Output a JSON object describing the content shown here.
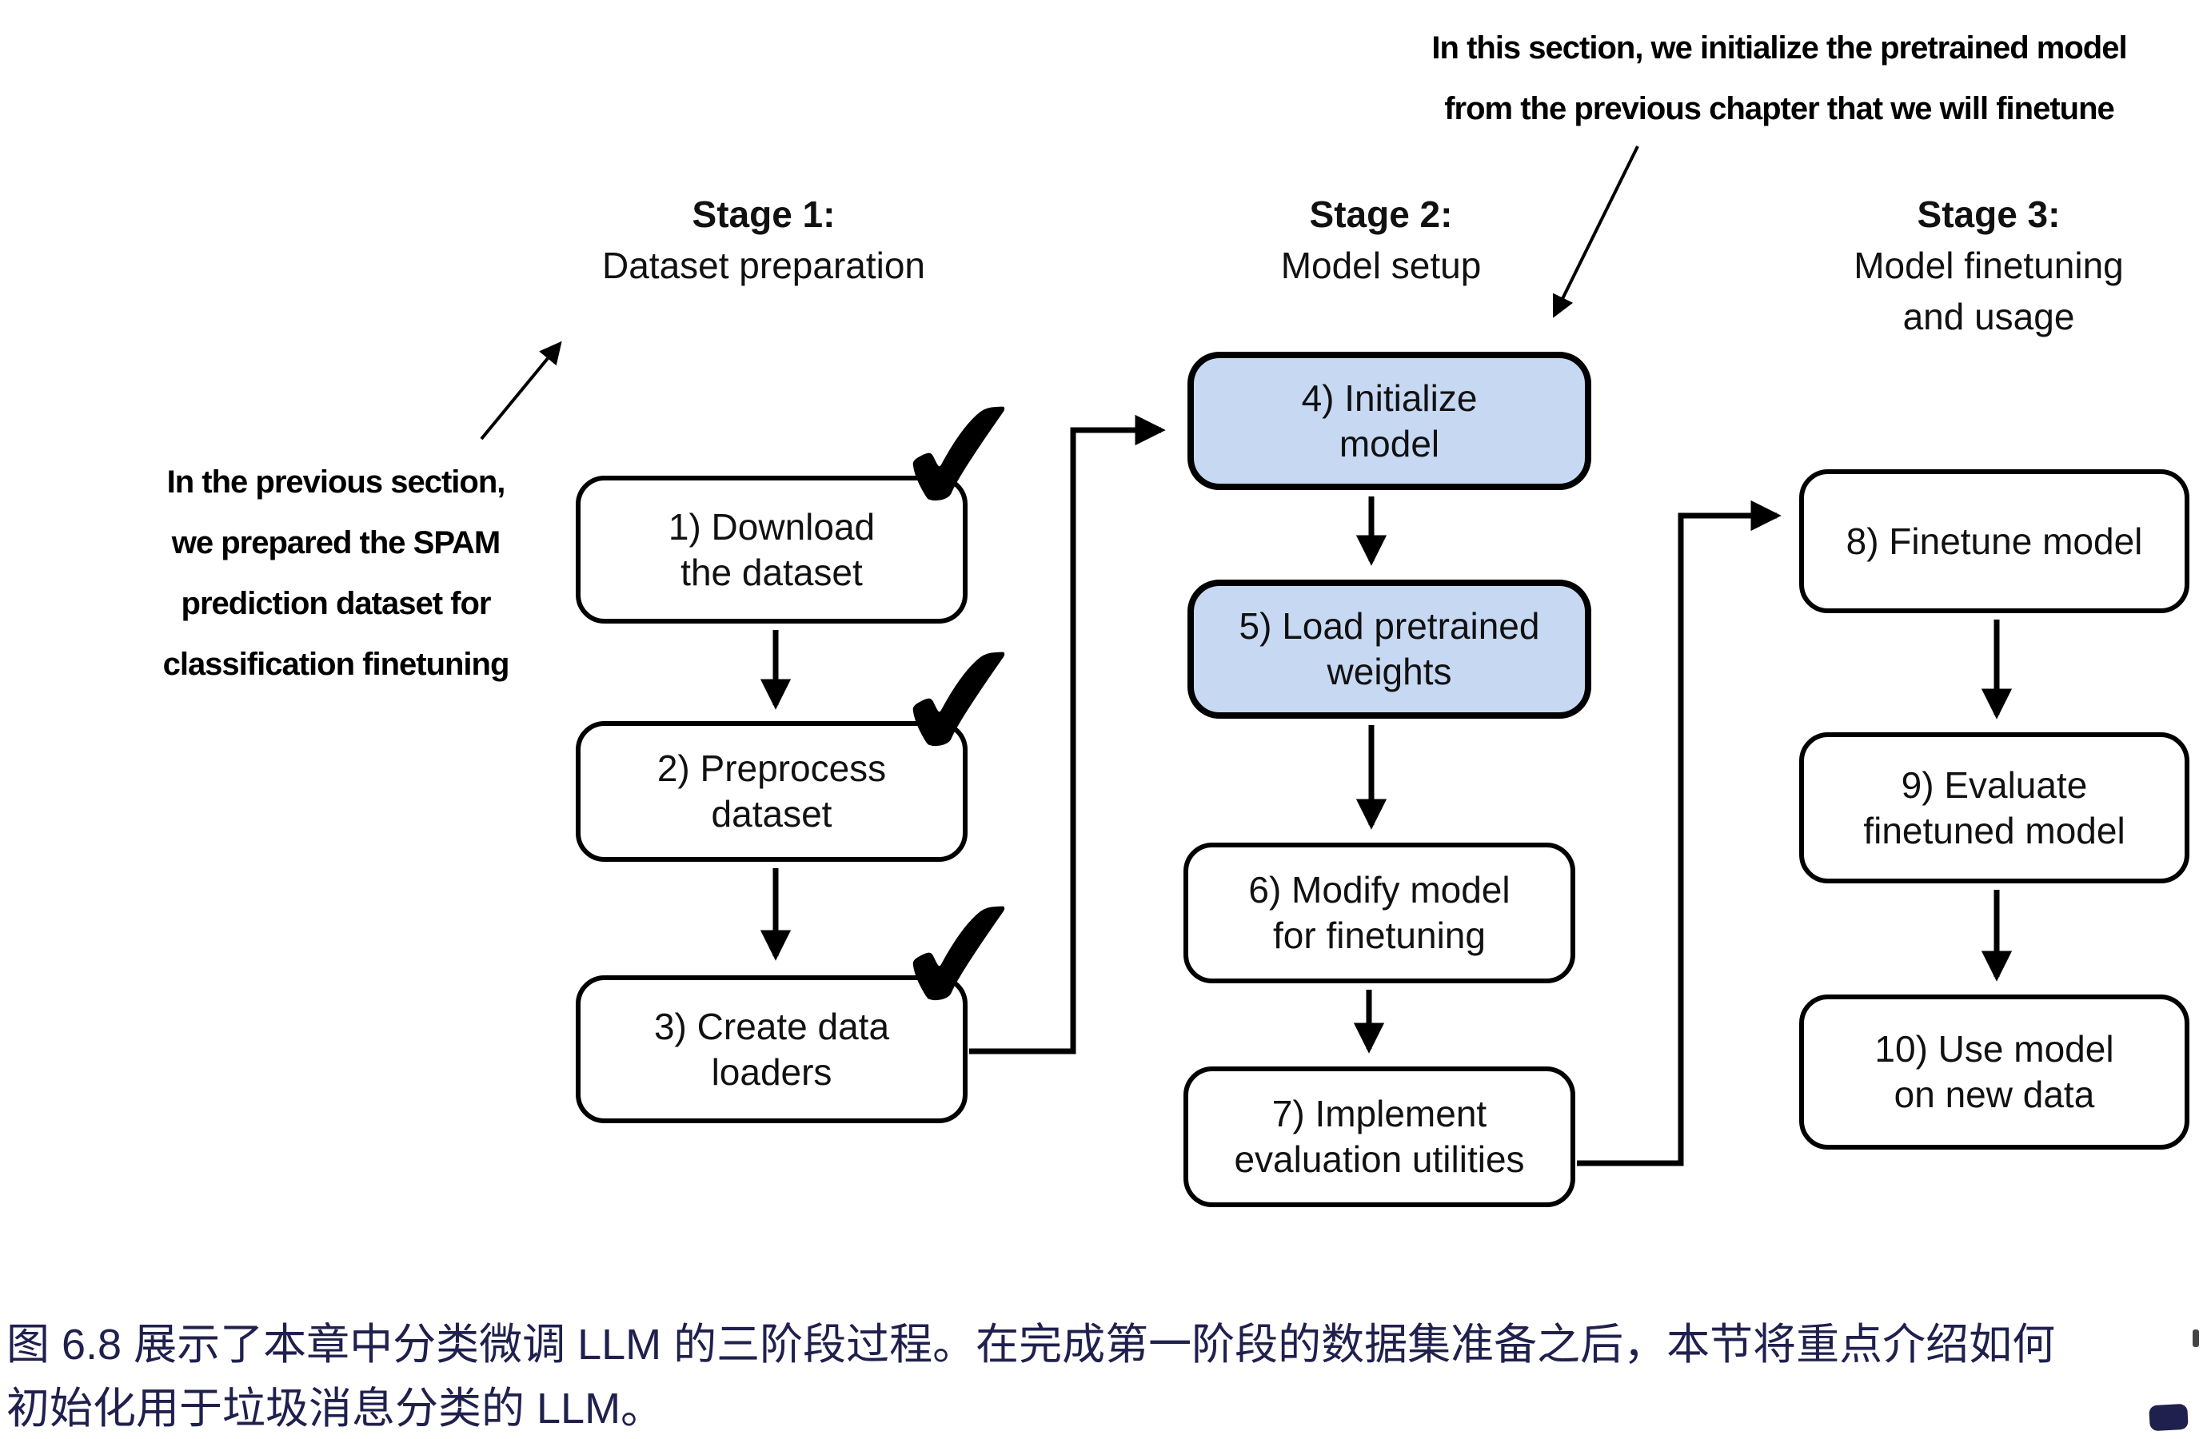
{
  "colors": {
    "highlight_fill": "#c6d8f2",
    "line": "#000000",
    "caption_text": "#20204e"
  },
  "glyphs": {
    "check": "✔"
  },
  "annotations": {
    "top": "In this section, we initialize the pretrained model\nfrom the previous chapter that we will finetune",
    "left": "In the previous section,\nwe prepared the SPAM\nprediction dataset for\nclassification finetuning"
  },
  "stages": [
    {
      "title": "Stage 1:",
      "subtitle": "Dataset preparation"
    },
    {
      "title": "Stage 2:",
      "subtitle": "Model setup"
    },
    {
      "title": "Stage 3:",
      "subtitle": "Model finetuning\nand usage"
    }
  ],
  "boxes": [
    {
      "label": "1) Download\nthe dataset",
      "checked": true,
      "highlighted": false
    },
    {
      "label": "2) Preprocess\ndataset",
      "checked": true,
      "highlighted": false
    },
    {
      "label": "3) Create data\nloaders",
      "checked": true,
      "highlighted": false
    },
    {
      "label": "4) Initialize\nmodel",
      "checked": false,
      "highlighted": true
    },
    {
      "label": "5) Load pretrained\nweights",
      "checked": false,
      "highlighted": true
    },
    {
      "label": "6) Modify model\nfor finetuning",
      "checked": false,
      "highlighted": false
    },
    {
      "label": "7) Implement\nevaluation utilities",
      "checked": false,
      "highlighted": false
    },
    {
      "label": "8) Finetune model",
      "checked": false,
      "highlighted": false
    },
    {
      "label": "9) Evaluate\nfinetuned model",
      "checked": false,
      "highlighted": false
    },
    {
      "label": "10) Use model\non new data",
      "checked": false,
      "highlighted": false
    }
  ],
  "caption": "图 6.8 展示了本章中分类微调 LLM 的三阶段过程。在完成第一阶段的数据集准备之后，本节将重点介绍如何\n初始化用于垃圾消息分类的 LLM。"
}
